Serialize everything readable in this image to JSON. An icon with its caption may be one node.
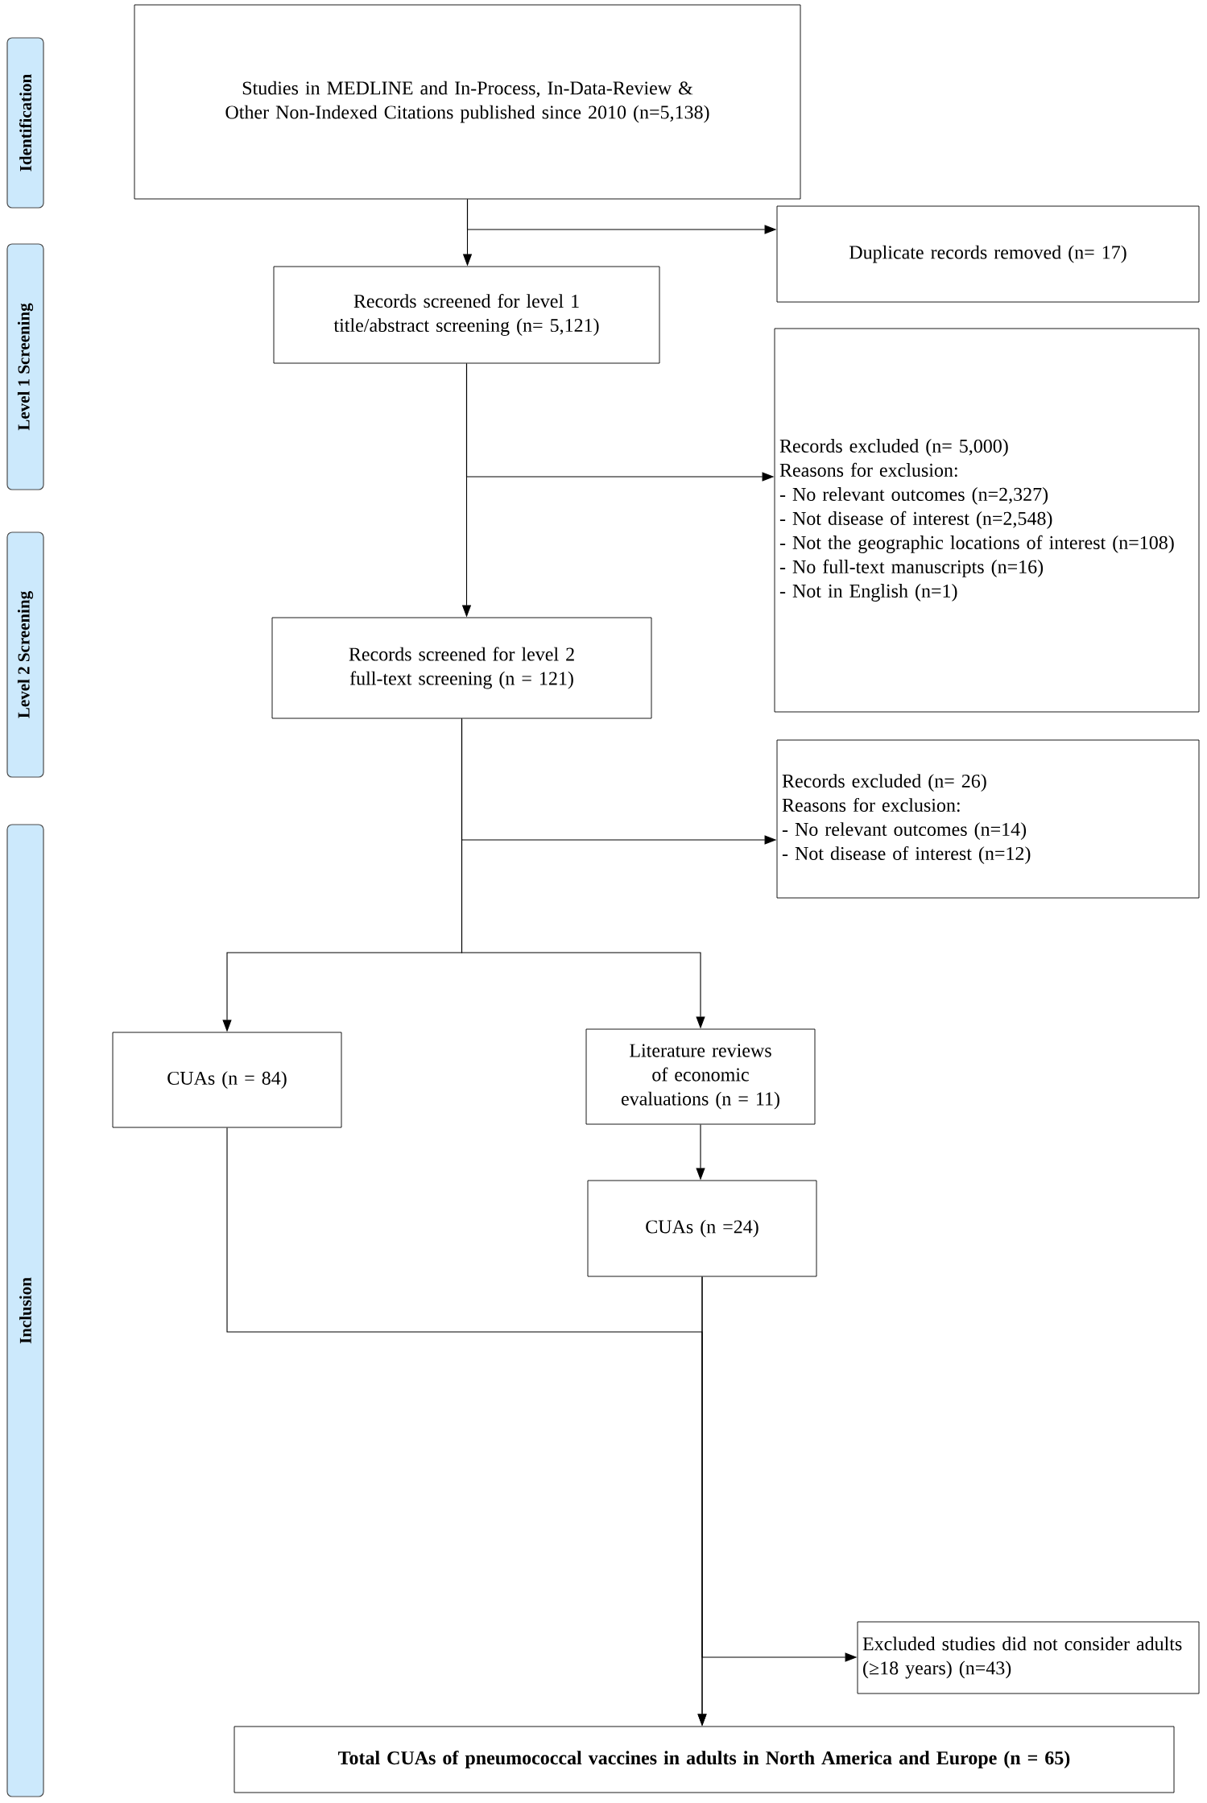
{
  "diagram": {
    "nodes": [
      {
        "text": [
          "Identification"
        ]
      },
      {
        "text": [
          "Studies in MEDLINE and In-Process, In-Data-Review & Other Non-Indexed Citations published since 2010 (n=5,138)"
        ]
      },
      {
        "text": [
          "Duplicate records removed (n= 17)"
        ]
      },
      {
        "text": [
          "Level 1 Screening"
        ]
      },
      {
        "text": [
          "Records screened for level 1 title/abstract screening (n= 5,121)"
        ]
      },
      {
        "text": [
          "Records excluded (n= 5,000)",
          "Reasons for exclusion:",
          "- No relevant outcomes (n=2,327)",
          "- Not disease of interest (n=2,548)",
          "- Not the geographic locations of interest (n=108)",
          "- No full-text manuscripts (n=16)",
          "- Not in English (n=1)"
        ]
      },
      {
        "text": [
          "Level 2 Screening"
        ]
      },
      {
        "text": [
          "Records screened for level 2 full-text screening (n = 121)"
        ]
      },
      {
        "text": [
          "Records excluded (n= 26)",
          "Reasons for exclusion:",
          "- No relevant outcomes (n=14)",
          "- Not disease of interest (n=12)"
        ]
      },
      {
        "text": [
          "Inclusion"
        ]
      },
      {
        "text": [
          "CUAs (n = 84)"
        ]
      },
      {
        "text": [
          "Literature reviews of economic evaluations (n = 11)"
        ]
      },
      {
        "text": [
          "CUAs (n =24)"
        ]
      },
      {
        "text": [
          "Excluded studies did not consider adults (≥18 years) (n=43)"
        ]
      },
      {
        "text": [
          "Total CUAs of pneumococcal vaccines in adults in North America and Europe (n = 65)"
        ]
      }
    ],
    "edges": [
      {
        "from": 1,
        "to": 4,
        "arrow": "to"
      },
      {
        "from": 1,
        "to": 2,
        "arrow": "to"
      },
      {
        "from": 4,
        "to": 7,
        "arrow": "to"
      },
      {
        "from": 4,
        "to": 5,
        "arrow": "to"
      },
      {
        "from": 7,
        "to": 8,
        "arrow": "to"
      },
      {
        "from": 7,
        "to": 10,
        "arrow": "to"
      },
      {
        "from": 7,
        "to": 11,
        "arrow": "to"
      },
      {
        "from": 11,
        "to": 12,
        "arrow": "to"
      },
      {
        "from": 10,
        "to": 14,
        "arrow": "to"
      },
      {
        "from": 12,
        "to": 14,
        "arrow": "to"
      },
      {
        "from": 12,
        "to": 13,
        "arrow": "to"
      }
    ]
  }
}
